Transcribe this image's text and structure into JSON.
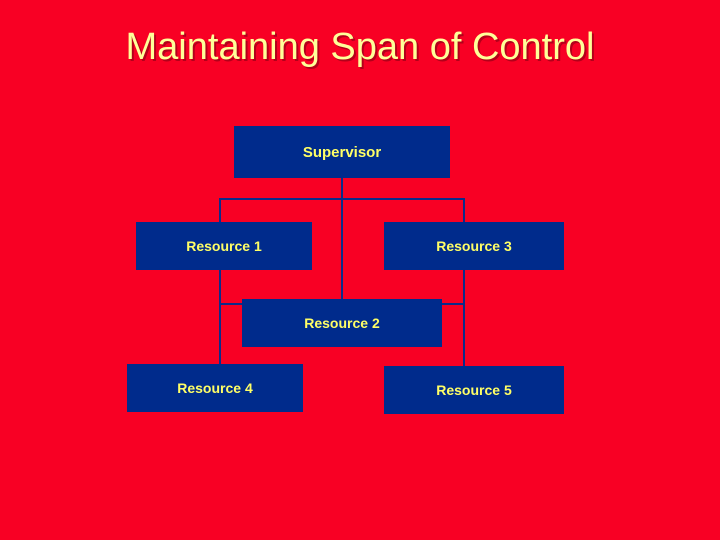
{
  "slide": {
    "title": "Maintaining Span of Control",
    "background_color": "#f80024",
    "title_color": "#ffff99"
  },
  "diagram": {
    "type": "org-chart",
    "node_fill_color": "#002b8c",
    "node_text_color": "#ffff66",
    "connector_color": "#0b2c8a",
    "nodes": [
      {
        "id": "supervisor",
        "label": "Supervisor"
      },
      {
        "id": "resource1",
        "label": "Resource 1"
      },
      {
        "id": "resource3",
        "label": "Resource 3"
      },
      {
        "id": "resource2",
        "label": "Resource 2"
      },
      {
        "id": "resource4",
        "label": "Resource 4"
      },
      {
        "id": "resource5",
        "label": "Resource 5"
      }
    ]
  }
}
